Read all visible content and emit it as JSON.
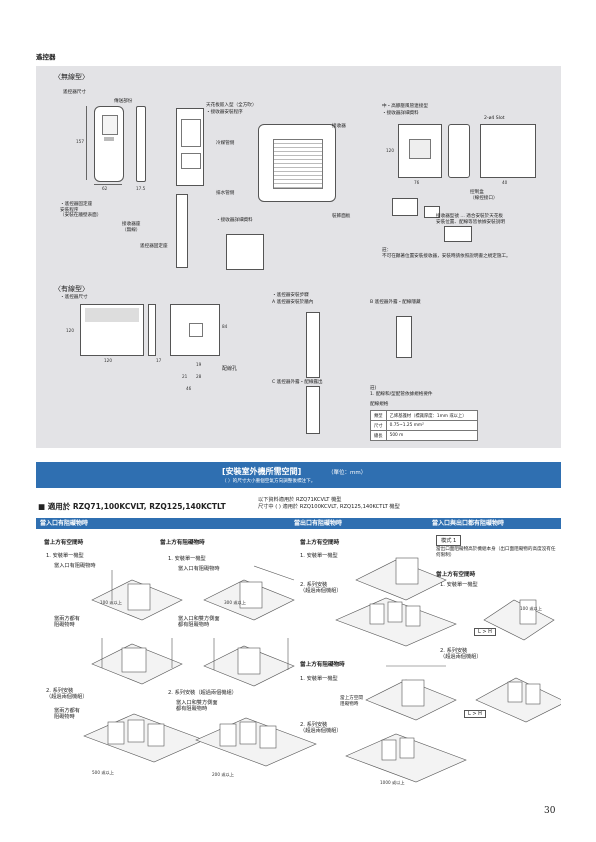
{
  "page": {
    "section_title": "遙控器",
    "page_number": "30"
  },
  "wireless": {
    "heading": "〈無線型〉",
    "remote_dims_label": "遙控器尺寸",
    "signal_label": "傳送部份",
    "dim_h": "157",
    "dim_w": "62",
    "dim_d": "17.5",
    "holder_label": "・遙控器固定座\n安裝程序\n（安裝在牆壁表面）",
    "receiver_label": "接收器座\n（無線）",
    "holder_screw_label": "遙控器固定座",
    "cassette_title": "天花板嵌入型（全方吹）",
    "cassette_sub": "・接收器安裝程序",
    "cassette_label_a": "冷媒管側",
    "cassette_label_b": "接收器",
    "cassette_label_c": "排水管側",
    "cassette_label_d": "裝飾面板",
    "cassette_detail": "・接收器詳細資料",
    "wall_title": "中・高靜壓風管連接型",
    "wall_sub": "・接收器詳細資料",
    "wall_dim_a": "120",
    "wall_dim_b": "76",
    "wall_dim_c": "40",
    "wall_label_a": "2-ø4 Slot",
    "wall_label_b": "控制盒\n（線控接口）",
    "wall_note_a": "接收器型號 ... 適合安裝於天花板",
    "wall_note_b": "安裝位置、配線等皆依據安裝說明",
    "wall_note_c": "註：\n不可在顯著位置安裝接收器，安裝時請依照說明書之規定施工。"
  },
  "wired": {
    "heading": "〈有線型〉",
    "remote_dims_label": "・遙控器尺寸",
    "dim_h": "120",
    "dim_w": "120",
    "dim_d": "17",
    "dim_a": "84",
    "dim_b": "46",
    "dim_c": "21",
    "dim_d2": "28",
    "dim_e": "19",
    "hole_label": "配線孔",
    "install_title": "・遙控器安裝步驟",
    "step_a": "A 遙控器安裝於牆內",
    "step_b": "B 遙控器外露・配線隱藏",
    "step_c": "C 遙控器外露・配線露出",
    "note_title": "註)",
    "note_text": "1. 配線和/型配管依據規格要件",
    "spec_title": "配線規格",
    "spec_rows": [
      [
        "類型",
        "乙烯基護材（標識厚度：1mm 或以上）"
      ],
      [
        "尺寸",
        "0.75~1.25 mm²"
      ],
      [
        "總長",
        "500 m"
      ]
    ]
  },
  "band": {
    "title": "[安裝室外機所需空間]",
    "unit": "（單位：mm）",
    "note": "（ ）的尺寸大小重個空氣方向調整後標注下。"
  },
  "models": {
    "prefix": "■",
    "title": "適用於 RZQ71,100KCVLT, RZQ125,140KCTLT",
    "note_a": "以下資料適用於 RZQ71KCVLT 機型",
    "note_b": "尺寸中 ( ) 適用於 RZQ100KCVLT, RZQ125,140KCTLT 機型"
  },
  "columns": [
    {
      "header": "當入口有阻礙物時"
    },
    {
      "header": "當出口有阻礙物時"
    },
    {
      "header": "當入口與出口都有阻礙物時"
    }
  ],
  "col1": {
    "sub_a": "當上方有空間時",
    "item1": "1. 安裝單一機型",
    "item1_desc": "當入口有阻礙物時",
    "item1b_desc": "當兩方都有\n阻礙物時",
    "item2": "2. 系列安裝\n（超過兩個機組）",
    "item2_desc": "當兩方都有\n阻礙物時",
    "sub_b": "當上方有阻礙物時",
    "b_item1": "1. 安裝單一機型",
    "b_item1_desc": "當入口有阻礙物時",
    "b_item1b_desc": "當入口和雙方側面\n都有阻礙物時",
    "b_item2": "2. 系列安裝（超過兩個機組）",
    "b_item2_desc": "當入口和雙方側面\n都有阻礙物時"
  },
  "col2": {
    "sub_a": "當上方有空間時",
    "item1": "1. 安裝單一機型",
    "item2": "2. 系列安裝\n（超過兩個機組）",
    "sub_b": "當上方有阻礙物時",
    "b_item1": "1. 安裝單一機型",
    "b_item2": "2. 系列安裝\n（超過兩個機組）",
    "b_label": "當上方空間\n阻礙物時"
  },
  "col3": {
    "pattern_label": "模式 1",
    "pattern_desc": "當出口面阻礙物高於機組本身（出口面阻礙物的高度沒有任何限制）",
    "sub_a": "當上方有空間時",
    "item1": "1. 安裝單一機型",
    "lh_a": "L > H",
    "item2": "2. 系列安裝\n（超過兩個機組）",
    "lh_b": "L > H"
  },
  "dims": [
    "100 或以上",
    "300 或以上",
    "500 或以上",
    "200 或以上",
    "1000 或以上",
    "100 或以上"
  ]
}
